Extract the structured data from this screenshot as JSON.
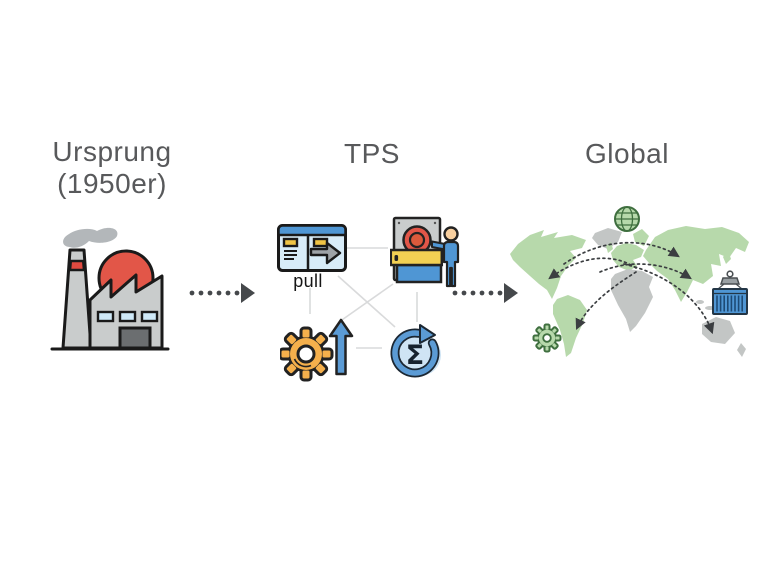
{
  "slide": {
    "stages": [
      {
        "id": "ursprung",
        "title": "Ursprung",
        "subtitle": "(1950er)",
        "icon": "factory-icon"
      },
      {
        "id": "tps",
        "title": "TPS",
        "pull_label": "pull",
        "sigma_symbol": "Σ",
        "icons": [
          "kanban-pull-board-icon",
          "andon-machine-worker-icon",
          "kaizen-gear-up-arrow-icon",
          "sigma-cycle-icon"
        ]
      },
      {
        "id": "global",
        "title": "Global",
        "icons": [
          "globe-icon",
          "world-map",
          "green-gear-icon",
          "shipping-container-icon"
        ]
      }
    ],
    "connectors": [
      {
        "id": "arrow-ursprung-tps",
        "type": "dotted-arrow-right"
      },
      {
        "id": "arrow-tps-global",
        "type": "dotted-arrow-right"
      }
    ]
  },
  "colors": {
    "title_text": "#58595b",
    "label_text": "#161616",
    "stage_arrow": "#45484b",
    "connector_line": "#d9dadb",
    "red": "#e25648",
    "blue": "#4f96d4",
    "light_blue": "#d8ecf8",
    "yellow": "#f0c445",
    "gear_orange": "#f5b04c",
    "map_green": "#b7d9ab",
    "map_gray": "#c3c6c5",
    "machine_gray": "#c9cccc"
  }
}
